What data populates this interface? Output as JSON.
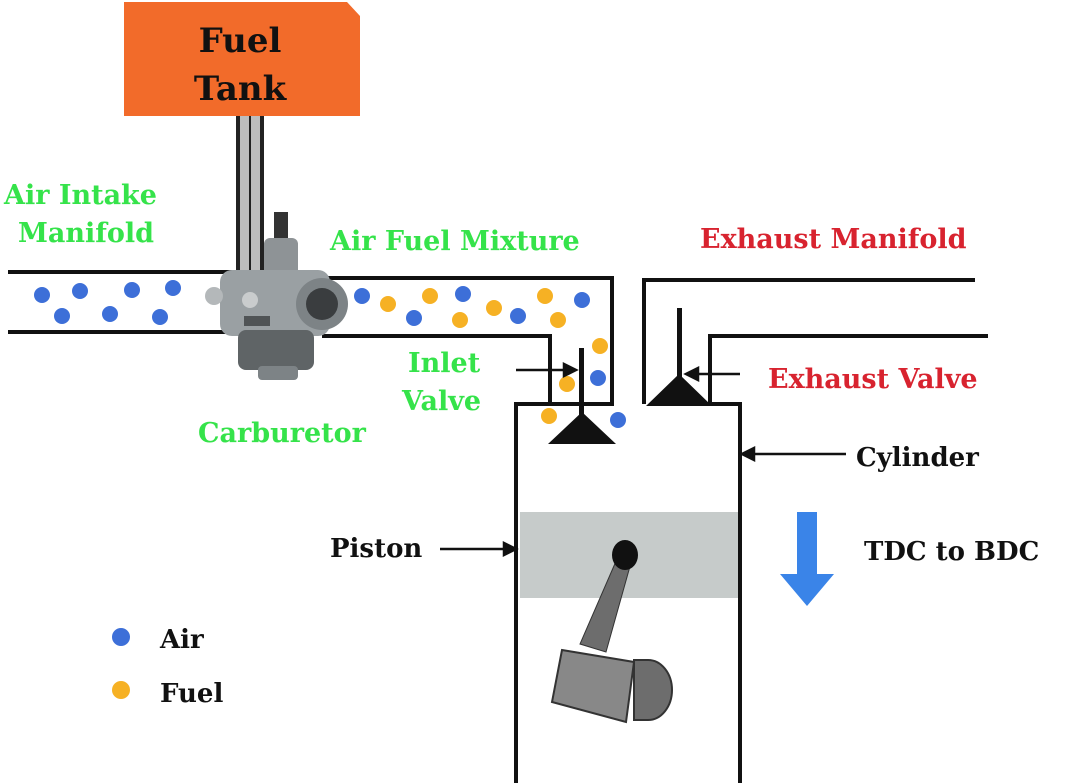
{
  "title_labels": {
    "fuel_tank_line1": "Fuel",
    "fuel_tank_line2": "Tank",
    "air_intake_line1": "Air Intake",
    "air_intake_line2": "Manifold",
    "air_fuel_mixture": "Air Fuel Mixture",
    "exhaust_manifold": "Exhaust Manifold",
    "inlet_valve_line1": "Inlet",
    "inlet_valve_line2": "Valve",
    "exhaust_valve": "Exhaust Valve",
    "carburetor": "Carburetor",
    "cylinder": "Cylinder",
    "piston": "Piston",
    "stroke": "TDC to BDC"
  },
  "legend": {
    "air": "Air",
    "fuel": "Fuel"
  },
  "colors": {
    "fuel_tank": "#f26b2a",
    "green_label": "#35e34a",
    "red_label": "#d8232f",
    "air_dot": "#3d6fd8",
    "fuel_dot": "#f6b124",
    "arrow_blue": "#3a84e8",
    "piston": "#c6cbca",
    "rod": "#6d6d6d"
  }
}
